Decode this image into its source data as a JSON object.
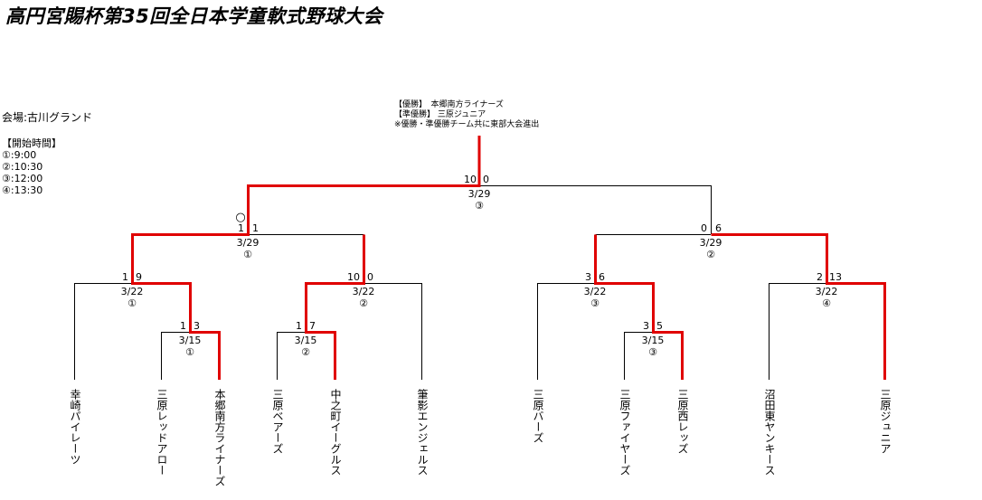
{
  "title": "高円宮賜杯第35回全日本学童軟式野球大会",
  "venue": "会場:古川グランド",
  "start_times": {
    "heading": "【開始時間】",
    "items": [
      "①:9:00",
      "②:10:30",
      "③:12:00",
      "④:13:30"
    ]
  },
  "results_note": [
    "【優勝】　本郷南方ライナーズ",
    "【準優勝】 三原ジュニア",
    "※優勝・準優勝チーム共に東部大会進出"
  ],
  "teams": [
    "幸崎パイレーツ",
    "三原レッドアロー",
    "本郷南方ライナーズ",
    "三原ベアーズ",
    "中之町イーグルス",
    "筆影エンジェルス",
    "三原バーズ",
    "三原ファイヤーズ",
    "三原西レッズ",
    "沼田東ヤンキース",
    "三原ジュニア"
  ],
  "matches": {
    "r1_a": {
      "score_left": "1",
      "score_right": "3",
      "date": "3/15",
      "slot": "①"
    },
    "r1_b": {
      "score_left": "1",
      "score_right": "7",
      "date": "3/15",
      "slot": "②"
    },
    "r1_c": {
      "score_left": "3",
      "score_right": "5",
      "date": "3/15",
      "slot": "③"
    },
    "r2_a": {
      "score_left": "1",
      "score_right": "9",
      "date": "3/22",
      "slot": "①"
    },
    "r2_b": {
      "score_left": "10",
      "score_right": "0",
      "date": "3/22",
      "slot": "②"
    },
    "r2_c": {
      "score_left": "3",
      "score_right": "6",
      "date": "3/22",
      "slot": "③"
    },
    "r2_d": {
      "score_left": "2",
      "score_right": "13",
      "date": "3/22",
      "slot": "④"
    },
    "semi_a": {
      "score_left": "1",
      "score_right": "1",
      "date": "3/29",
      "slot": "①",
      "mark": "○"
    },
    "semi_b": {
      "score_left": "0",
      "score_right": "6",
      "date": "3/29",
      "slot": "②"
    },
    "final": {
      "score_left": "10",
      "score_right": "0",
      "date": "3/29",
      "slot": "③"
    }
  },
  "colors": {
    "winner_line": "#e00000",
    "line": "#000000"
  }
}
